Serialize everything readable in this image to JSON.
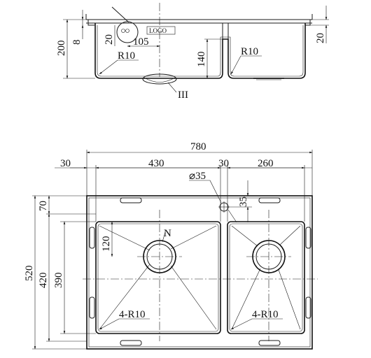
{
  "section_view": {
    "dim_overall_height": "200",
    "dim_flange": "8",
    "dim_top_right": "20",
    "dim_overflow_height": "20",
    "dim_overflow_offset": "105",
    "dim_divider_depth": "140",
    "radius_left": "R10",
    "radius_right": "R10",
    "logo_text": "LOGO",
    "detail_label": "III"
  },
  "plan_view": {
    "dim_total_width": "780",
    "dim_left_margin": "30",
    "dim_left_bowl": "430",
    "dim_divider": "30",
    "dim_right_bowl": "260",
    "dim_tap_hole": "⌀35",
    "dim_tap_offset": "35",
    "dim_total_depth": "520",
    "dim_bowl_outer": "420",
    "dim_bowl_inner": "390",
    "dim_top_margin": "70",
    "dim_drain_offset": "120",
    "radius_left_corners": "4-R10",
    "radius_right_corners": "4-R10",
    "drain_label": "N"
  }
}
